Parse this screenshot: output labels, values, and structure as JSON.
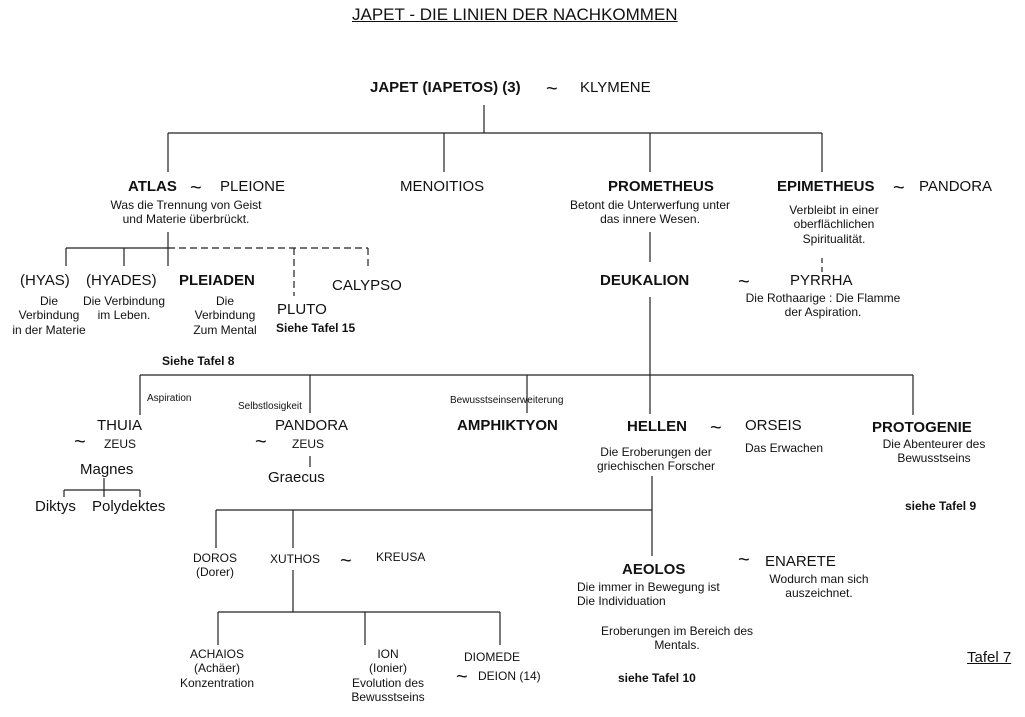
{
  "title": "JAPET - DIE LINIEN DER NACHKOMMEN",
  "plate": "Tafel 7",
  "tilde": "~",
  "gen0": {
    "japet": "JAPET (IAPETOS) (3)",
    "klymene": "KLYMENE"
  },
  "gen1": {
    "atlas": "ATLAS",
    "pleione": "PLEIONE",
    "atlas_desc": [
      "Was die Trennung von Geist",
      "und Materie überbrückt."
    ],
    "menoitios": "MENOITIOS",
    "prometheus": "PROMETHEUS",
    "prometheus_desc": [
      "Betont die Unterwerfung unter",
      "das innere Wesen."
    ],
    "epimetheus": "EPIMETHEUS",
    "pandora": "PANDORA",
    "epimetheus_desc": [
      "Verbleibt in einer",
      "oberflächlichen",
      "Spiritualität."
    ]
  },
  "atlas_children": {
    "hyas": "(HYAS)",
    "hyas_desc": [
      "Die",
      "Verbindung",
      "in der Materie"
    ],
    "hyades": "(HYADES)",
    "hyades_desc": [
      "Die Verbindung",
      "im Leben."
    ],
    "pleiaden": "PLEIADEN",
    "pleiaden_desc": [
      "Die",
      "Verbindung",
      "Zum Mental"
    ],
    "pluto": "PLUTO",
    "pluto_ref": "Siehe Tafel 15",
    "calypso": "CALYPSO",
    "ref": "Siehe  Tafel 8"
  },
  "gen2": {
    "deukalion": "DEUKALION",
    "pyrrha": "PYRRHA",
    "pyrrha_desc": [
      "Die Rothaarige : Die Flamme",
      "der Aspiration."
    ]
  },
  "gen3": {
    "thuia_label": "Aspiration",
    "thuia": "THUIA",
    "thuia_zeus": "ZEUS",
    "magnes": "Magnes",
    "diktys": "Diktys",
    "polydektes": "Polydektes",
    "pandora_label": "Selbstlosigkeit",
    "pandora": "PANDORA",
    "pandora_zeus": "ZEUS",
    "graecus": "Graecus",
    "amphiktyon_label": "Bewusstseinserweiterung",
    "amphiktyon": "AMPHIKTYON",
    "hellen": "HELLEN",
    "orseis": "ORSEIS",
    "orseis_desc": "Das Erwachen",
    "hellen_desc": [
      "Die Eroberungen der",
      "griechischen Forscher"
    ],
    "protogenie": "PROTOGENIE",
    "protogenie_desc": [
      "Die Abenteurer des",
      "Bewusstseins"
    ],
    "protogenie_ref": "siehe Tafel 9"
  },
  "gen4": {
    "doros": "DOROS",
    "doros_sub": "(Dorer)",
    "xuthos": "XUTHOS",
    "kreusa": "KREUSA",
    "aeolos": "AEOLOS",
    "enarete": "ENARETE",
    "aeolos_desc": [
      "Die immer in Bewegung ist",
      "Die Individuation"
    ],
    "enarete_desc": [
      "Wodurch man sich",
      "auszeichnet."
    ],
    "aeolos_desc2": [
      "Eroberungen im Bereich des",
      "Mentals."
    ],
    "aeolos_ref": "siehe Tafel 10"
  },
  "gen5": {
    "achaios": "ACHAIOS",
    "achaios_sub": [
      "(Achäer)",
      "Konzentration"
    ],
    "ion": "ION",
    "ion_sub": [
      "(Ionier)",
      "Evolution des",
      "Bewusstseins"
    ],
    "diomede": "DIOMEDE",
    "deion": "DEION (14)"
  }
}
